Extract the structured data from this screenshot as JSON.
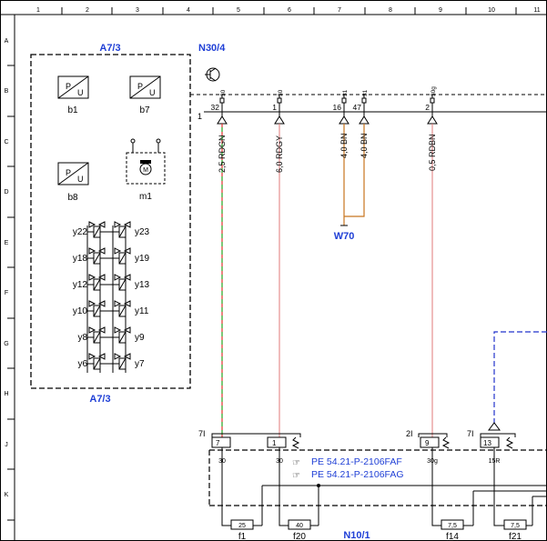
{
  "grid": {
    "columns": [
      "1",
      "2",
      "3",
      "4",
      "5",
      "6",
      "7",
      "8",
      "9",
      "10",
      "11"
    ],
    "rows": [
      "A",
      "B",
      "C",
      "D",
      "E",
      "F",
      "G",
      "H",
      "J",
      "K"
    ]
  },
  "colors": {
    "blue_label": "#1f3fd6",
    "wire_green": "#2bbf3a",
    "wire_red": "#e0342c",
    "wire_pink": "#e07a7a",
    "wire_brown": "#c8741e",
    "wire_blue": "#2233cc",
    "ink": "#000000"
  },
  "modules": {
    "a7_3_top": "A7/3",
    "a7_3_bottom": "A7/3",
    "n30_4": "N30/4",
    "n10_1": "N10/1",
    "w70": "W70"
  },
  "sensors": [
    {
      "id": "b1",
      "symbol_p": "P",
      "symbol_u": "U",
      "label": "b1"
    },
    {
      "id": "b7",
      "symbol_p": "P",
      "symbol_u": "U",
      "label": "b7"
    },
    {
      "id": "b8",
      "symbol_p": "P",
      "symbol_u": "U",
      "label": "b8"
    }
  ],
  "motor": {
    "label": "m1",
    "letter": "M"
  },
  "valves": [
    {
      "left": "y22",
      "right": "y23"
    },
    {
      "left": "y18",
      "right": "y19"
    },
    {
      "left": "y12",
      "right": "y13"
    },
    {
      "left": "y10",
      "right": "y11"
    },
    {
      "left": "y8",
      "right": "y9"
    },
    {
      "left": "y6",
      "right": "y7"
    }
  ],
  "connector_top": {
    "number": "1",
    "pins": [
      {
        "pin_label": "30",
        "pin_no": "32"
      },
      {
        "pin_label": "30",
        "pin_no": "1"
      },
      {
        "pin_label": "31",
        "pin_no": "16"
      },
      {
        "pin_label": "31",
        "pin_no": "47"
      },
      {
        "pin_label": "30g",
        "pin_no": "2"
      }
    ]
  },
  "wires": [
    {
      "label": "2,5 RDGN"
    },
    {
      "label": "6,0 RDGY"
    },
    {
      "label": "4,0 BN"
    },
    {
      "label": "4,0 BN"
    },
    {
      "label": "0,5 RDBN"
    }
  ],
  "connector_bottom": [
    {
      "group": "7I",
      "pin": "7",
      "sub": "30"
    },
    {
      "group": "",
      "pin": "1",
      "sub": "30"
    },
    {
      "group": "2I",
      "pin": "9",
      "sub": "30g"
    },
    {
      "group": "7I",
      "pin": "13",
      "sub": "15R"
    }
  ],
  "references": [
    {
      "text": "PE 54.21-P-2106FAF"
    },
    {
      "text": "PE 54.21-P-2106FAG"
    }
  ],
  "fuses": [
    {
      "value": "25",
      "label": "f1"
    },
    {
      "value": "40",
      "label": "f20"
    },
    {
      "value": "7,5",
      "label": "f14"
    },
    {
      "value": "7,5",
      "label": "f21"
    }
  ]
}
